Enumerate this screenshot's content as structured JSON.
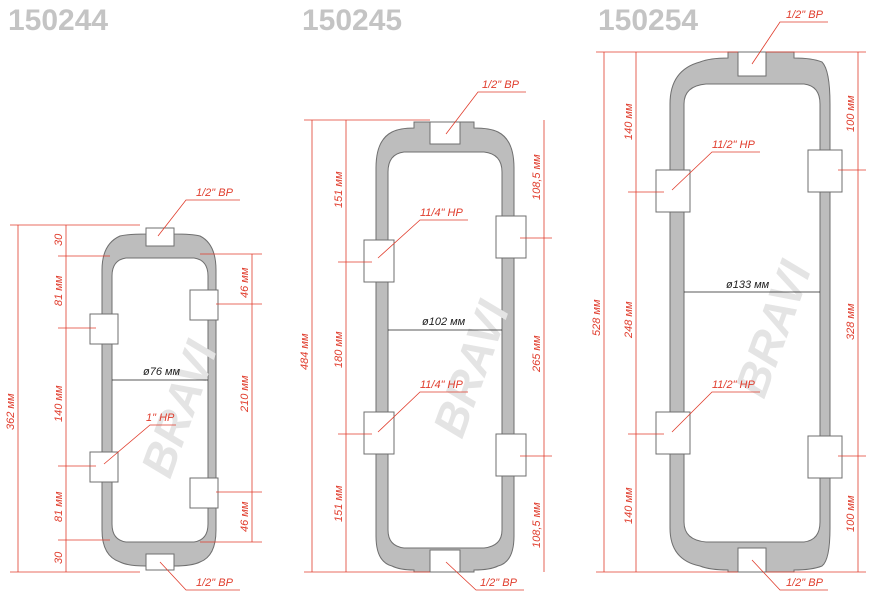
{
  "brand_watermark": "BRAVI",
  "colors": {
    "dimension": "#e03c2c",
    "wall": "#bdbdbd",
    "title": "#c4c4c4"
  },
  "models": [
    {
      "id": "150244",
      "top_thread": "1/2\" ВР",
      "bottom_thread": "1/2\" ВР",
      "side_thread": "1\" НР",
      "diameter": "ø76 мм",
      "total": "362 мм",
      "left_dims": [
        "30",
        "81 мм",
        "140 мм",
        "81 мм",
        "30"
      ],
      "right_dims": [
        "46 мм",
        "210 мм",
        "46 мм"
      ]
    },
    {
      "id": "150245",
      "top_thread": "1/2\" ВР",
      "bottom_thread": "1/2\" ВР",
      "side_thread_upper": "11/4\" НР",
      "side_thread_lower": "11/4\" НР",
      "diameter": "ø102 мм",
      "total": "484 мм",
      "left_dims": [
        "151 мм",
        "180 мм",
        "151 мм"
      ],
      "right_dims": [
        "108,5 мм",
        "265 мм",
        "108,5 мм"
      ]
    },
    {
      "id": "150254",
      "top_thread": "1/2\" ВР",
      "bottom_thread": "1/2\" ВР",
      "side_thread_upper": "11/2\" НР",
      "side_thread_lower": "11/2\" НР",
      "diameter": "ø133 мм",
      "total": "528 мм",
      "left_dims": [
        "140 мм",
        "248 мм",
        "140 мм"
      ],
      "right_dims": [
        "100 мм",
        "328 мм",
        "100 мм"
      ]
    }
  ]
}
